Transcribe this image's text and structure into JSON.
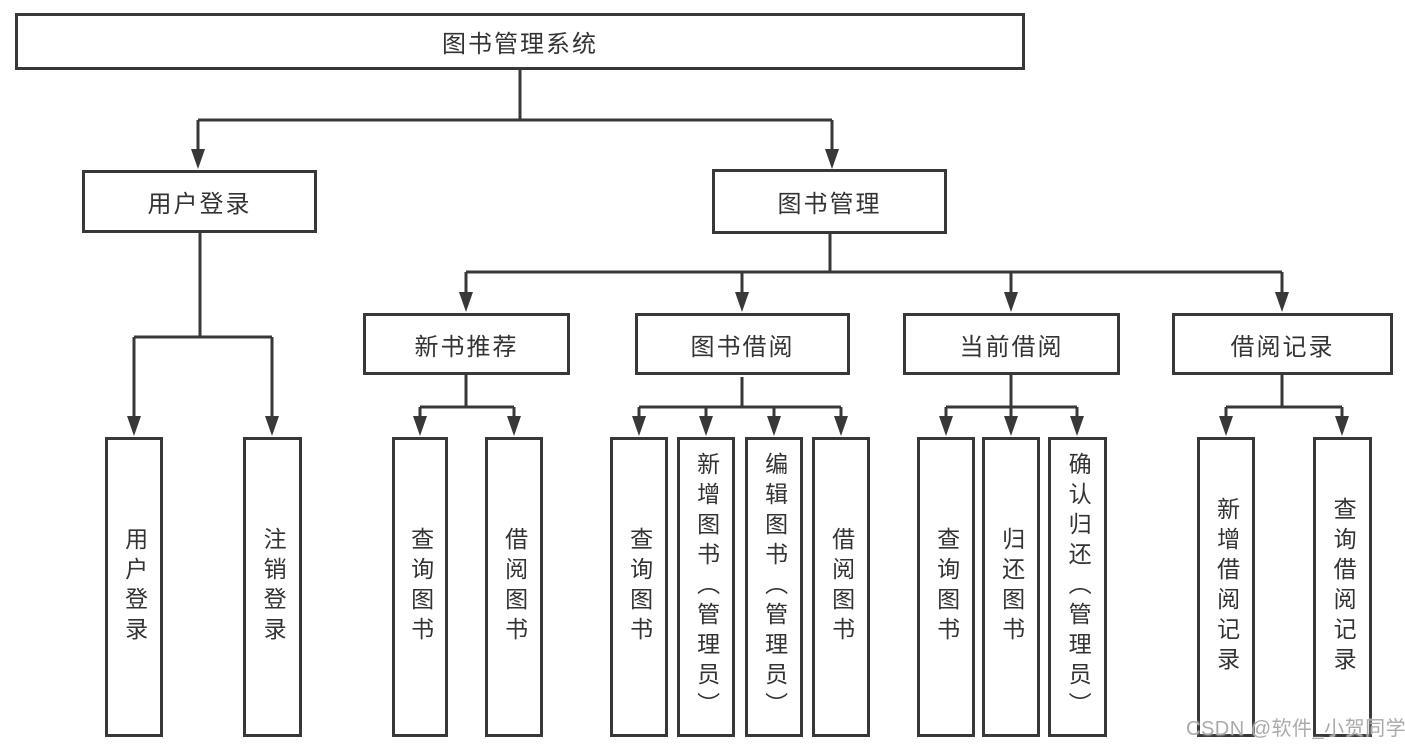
{
  "diagram": {
    "root": {
      "label": "图书管理系统"
    },
    "level2": [
      {
        "label": "用户登录",
        "children": [
          {
            "label": "用户登录"
          },
          {
            "label": "注销登录"
          }
        ]
      },
      {
        "label": "图书管理",
        "children": [
          {
            "label": "新书推荐",
            "children": [
              {
                "label": "查询图书"
              },
              {
                "label": "借阅图书"
              }
            ]
          },
          {
            "label": "图书借阅",
            "children": [
              {
                "label": "查询图书"
              },
              {
                "label": "新增图书（管理员）"
              },
              {
                "label": "编辑图书（管理员）"
              },
              {
                "label": "借阅图书"
              }
            ]
          },
          {
            "label": "当前借阅",
            "children": [
              {
                "label": "查询图书"
              },
              {
                "label": "归还图书"
              },
              {
                "label": "确认归还（管理员）"
              }
            ]
          },
          {
            "label": "借阅记录",
            "children": [
              {
                "label": "新增借阅记录"
              },
              {
                "label": "查询借阅记录"
              }
            ]
          }
        ]
      }
    ]
  },
  "watermark": {
    "text": "CSDN @软件_小贺同学"
  },
  "colors": {
    "line": "#383838",
    "box_border": "#383838",
    "text": "#333333",
    "background": "#ffffff",
    "watermark_text": "#ababab"
  }
}
